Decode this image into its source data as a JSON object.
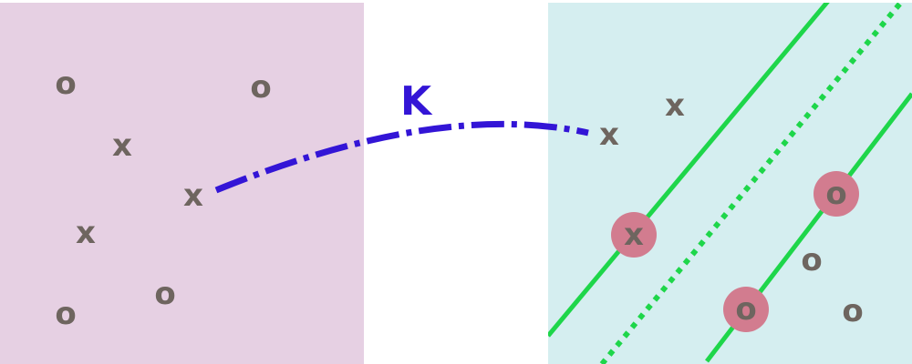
{
  "colors": {
    "input_space_background": "#e6d0e3",
    "feature_space_background": "#d5eef0",
    "marker_text": "#6e655f",
    "kernel_arrow": "#3315d6",
    "boundary_line": "#1ed64a",
    "support_vector_circle": "#d27c8f"
  },
  "kernel": {
    "label": "K",
    "line_style": "dash-dot"
  },
  "input_space": {
    "points": [
      {
        "label": "o",
        "class": "circle"
      },
      {
        "label": "o",
        "class": "circle"
      },
      {
        "label": "x",
        "class": "cross"
      },
      {
        "label": "x",
        "class": "cross"
      },
      {
        "label": "x",
        "class": "cross"
      },
      {
        "label": "o",
        "class": "circle"
      },
      {
        "label": "o",
        "class": "circle"
      }
    ]
  },
  "feature_space": {
    "boundaries": [
      {
        "role": "margin",
        "style": "solid"
      },
      {
        "role": "decision",
        "style": "dotted"
      },
      {
        "role": "margin",
        "style": "solid"
      }
    ],
    "points": [
      {
        "label": "x",
        "class": "cross",
        "support_vector": false
      },
      {
        "label": "x",
        "class": "cross",
        "support_vector": false
      },
      {
        "label": "x",
        "class": "cross",
        "support_vector": true
      },
      {
        "label": "o",
        "class": "circle",
        "support_vector": true
      },
      {
        "label": "o",
        "class": "circle",
        "support_vector": false
      },
      {
        "label": "o",
        "class": "circle",
        "support_vector": true
      },
      {
        "label": "o",
        "class": "circle",
        "support_vector": false
      }
    ]
  }
}
